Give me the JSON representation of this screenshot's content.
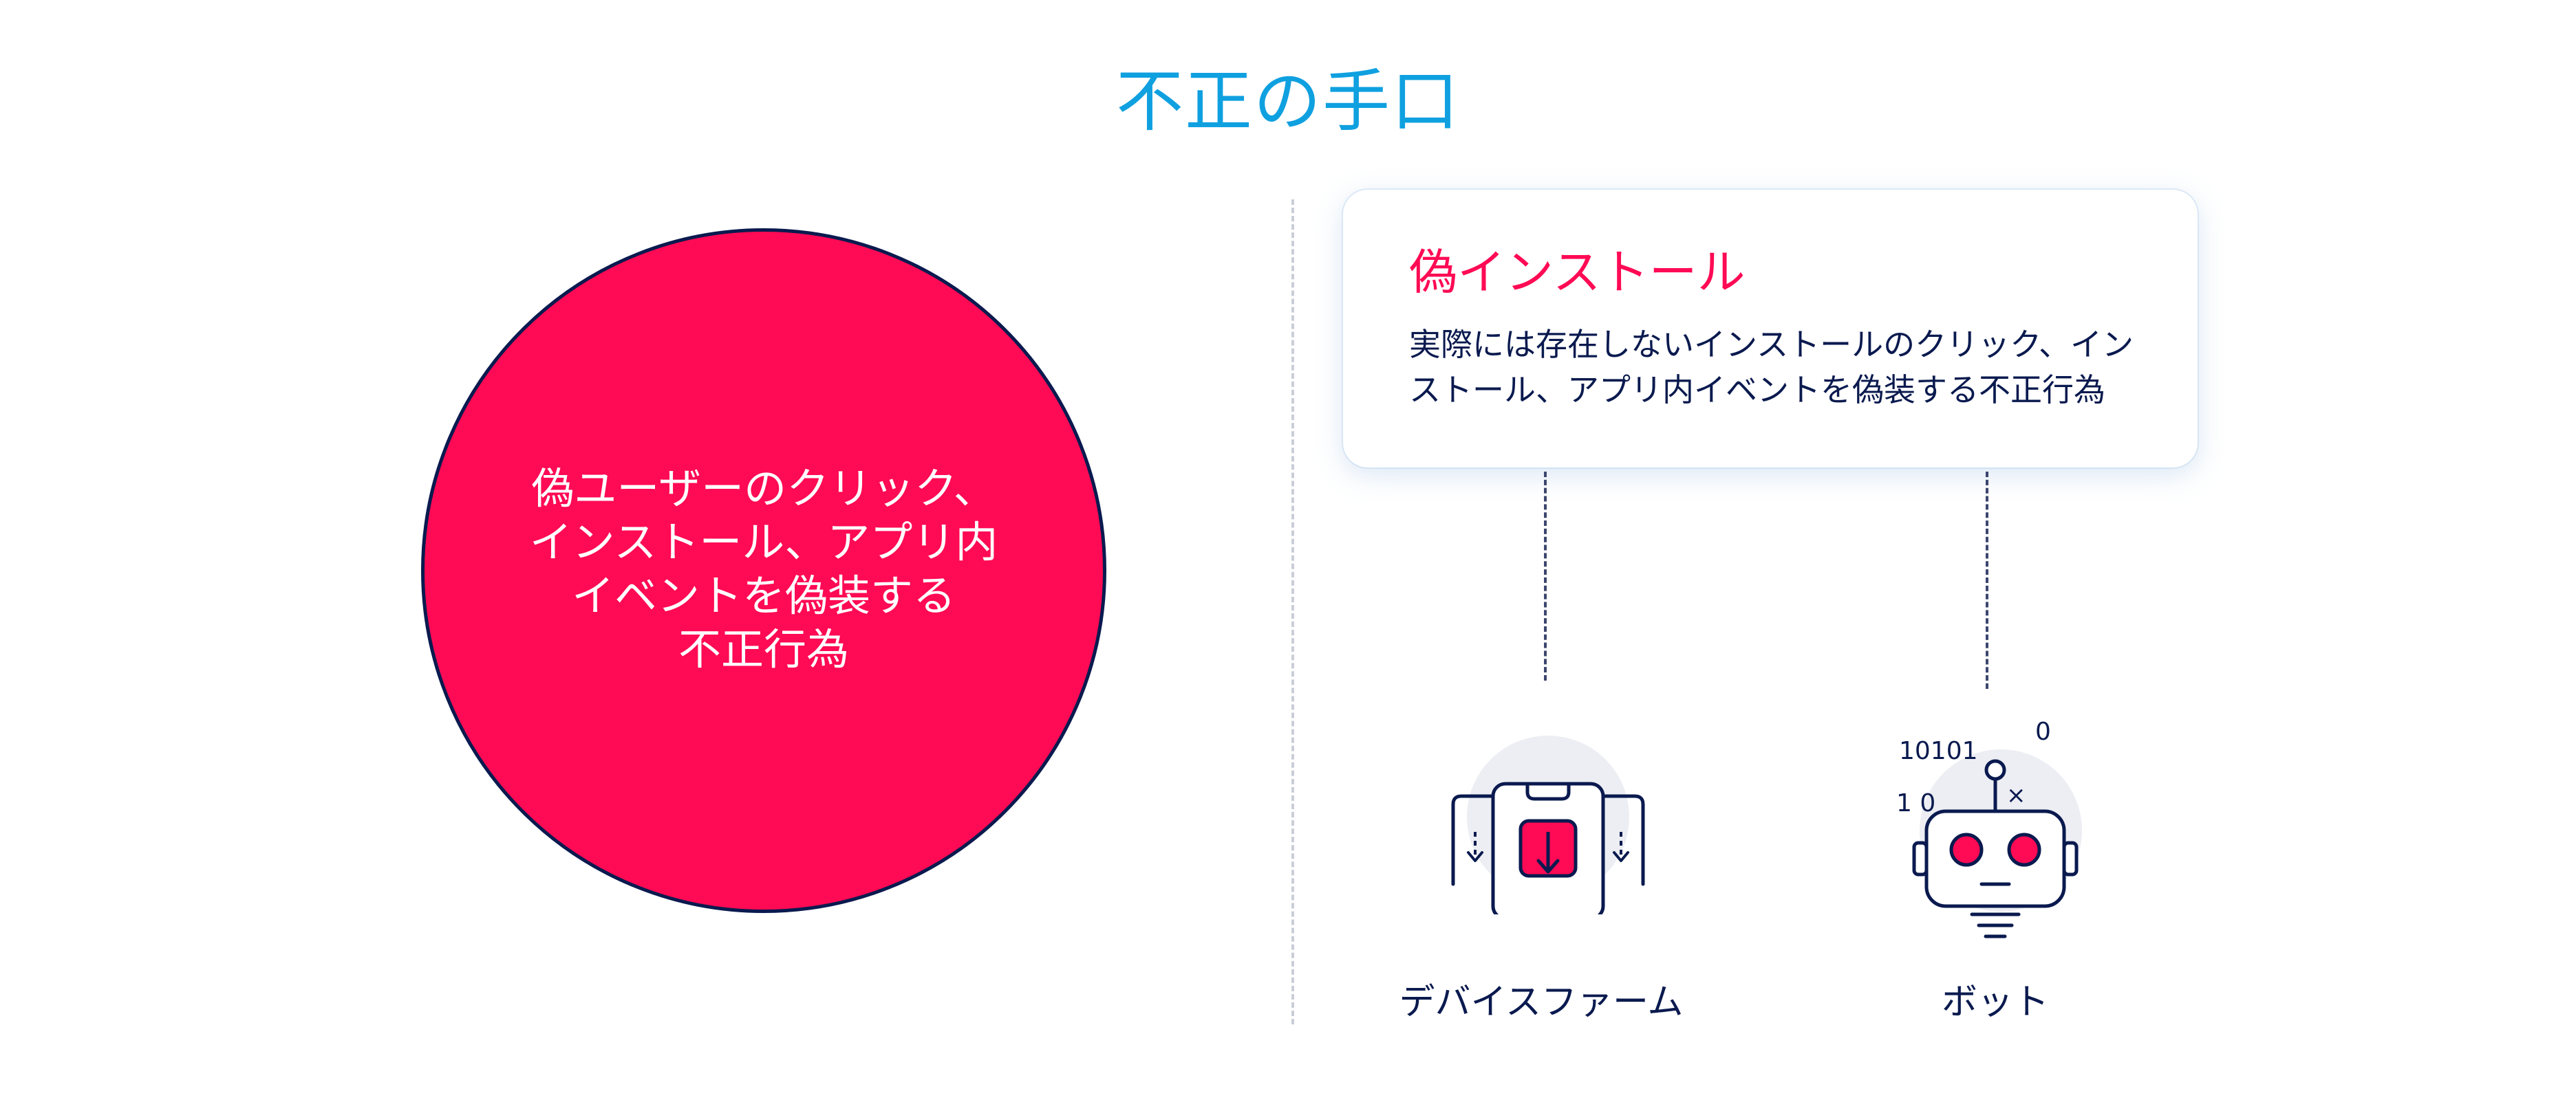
{
  "title": "不正の手口",
  "circle": {
    "text": "偽ユーザーのクリック、\nインストール、アプリ内\nイベントを偽装する\n不正行為",
    "fill_color": "#ff0a54"
  },
  "card": {
    "title": "偽インストール",
    "description": "実際には存在しないインストールのクリック、イン\nストール、アプリ内イベントを偽装する不正行為"
  },
  "branches": [
    {
      "icon": "device-farm-icon",
      "label": "デバイスファーム"
    },
    {
      "icon": "robot-bot-icon",
      "label": "ボット",
      "binary_text": [
        "10101",
        "0",
        "1 0",
        "×"
      ]
    }
  ],
  "colors": {
    "title": "#0fa0e0",
    "accent": "#ff0a54",
    "ink": "#0a1a4f",
    "icon_bg": "#eceef3"
  }
}
